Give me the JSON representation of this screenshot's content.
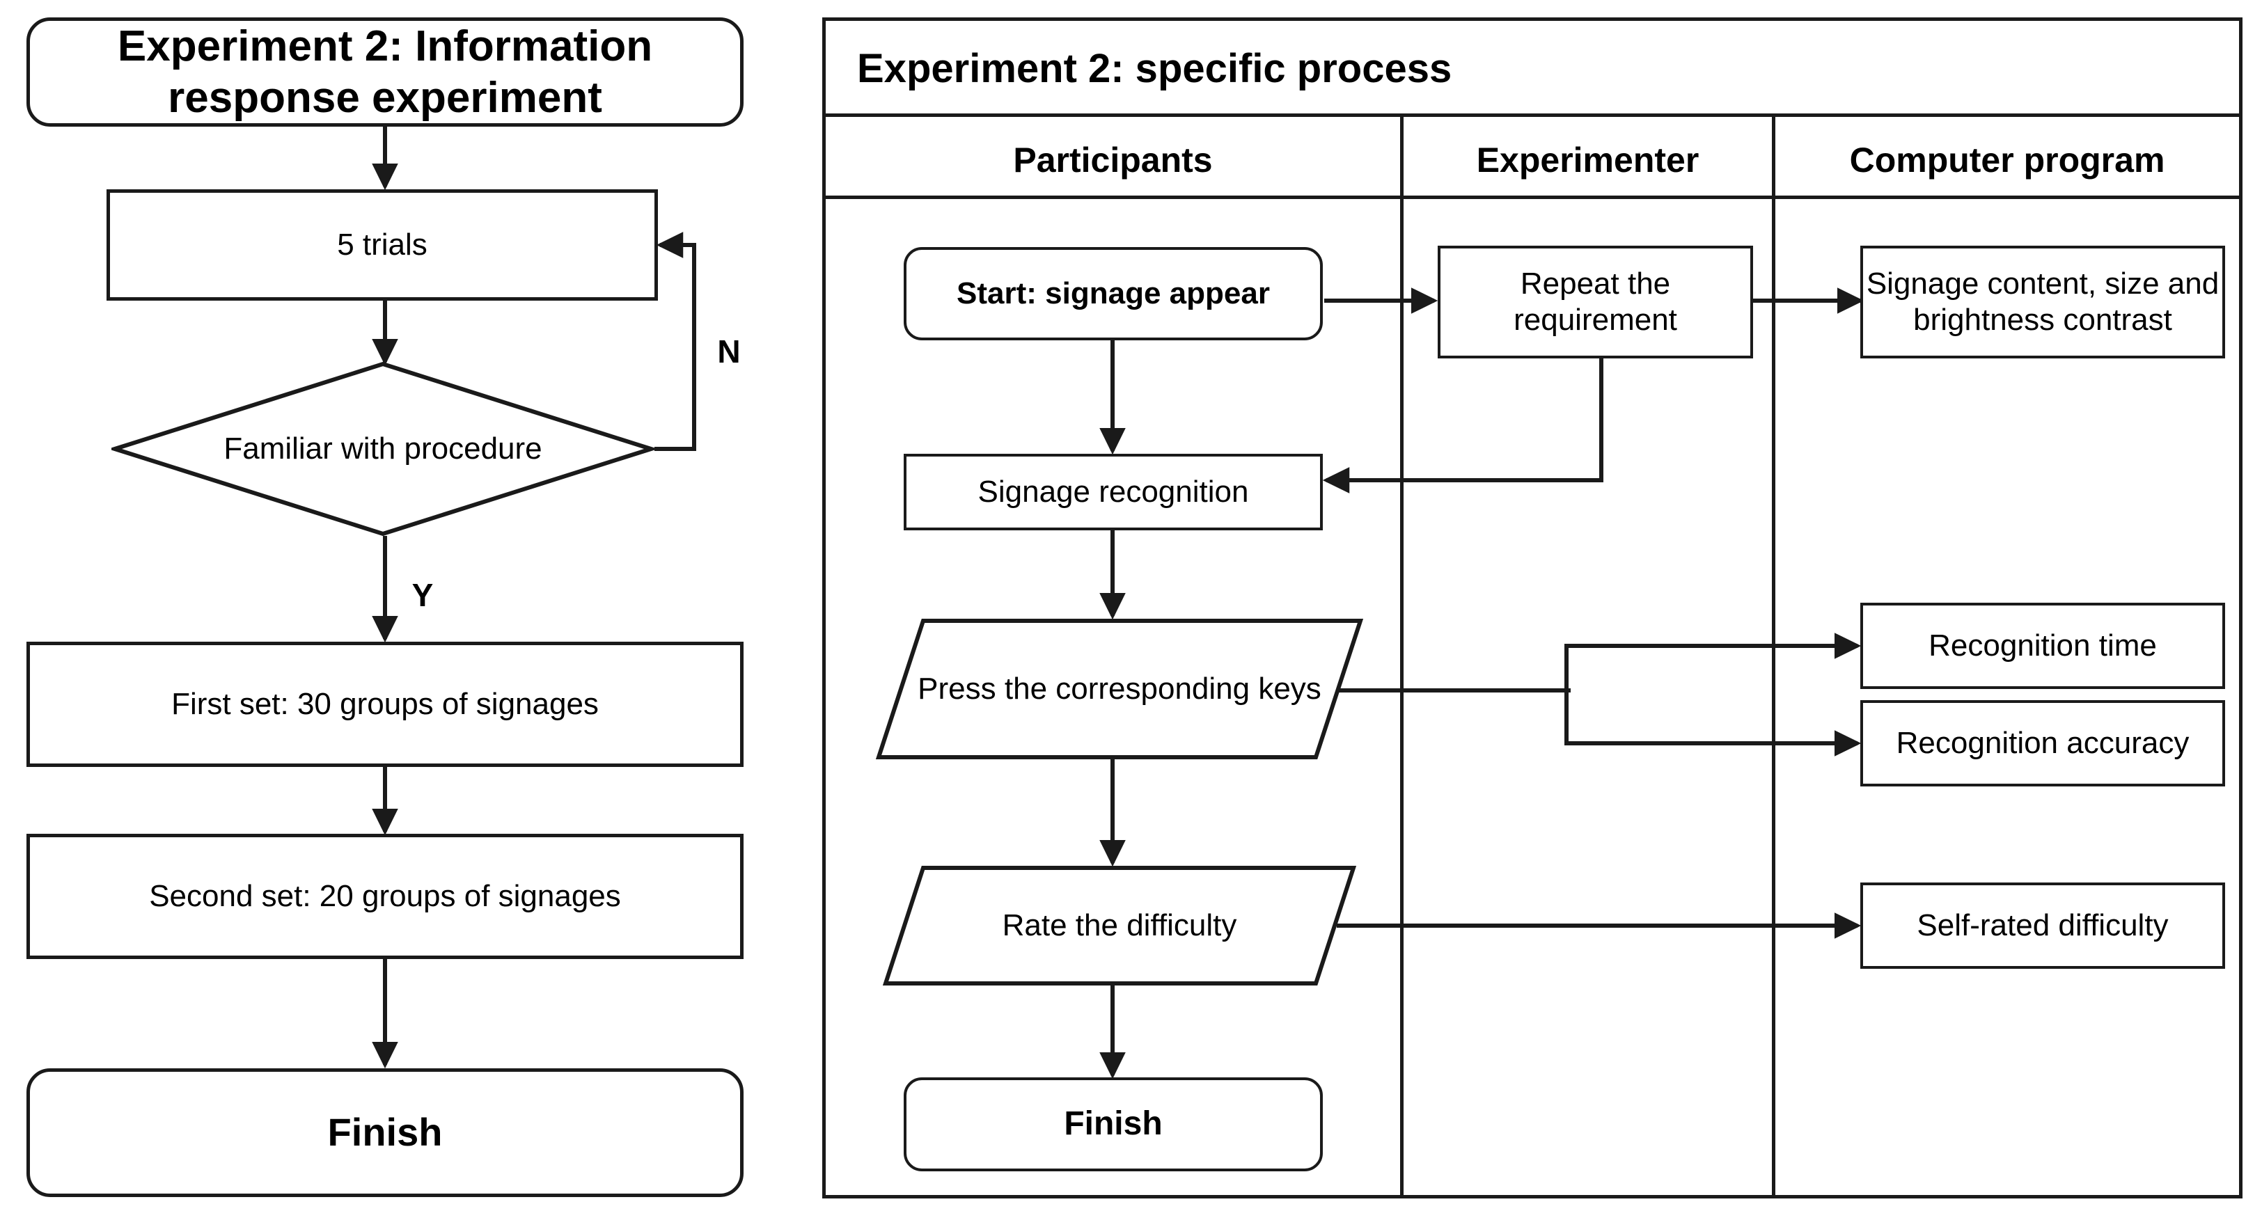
{
  "left_flow": {
    "title": "Experiment 2: Information response experiment",
    "nodes": {
      "trials": "5 trials",
      "decision": "Familiar with procedure",
      "first_set": "First set: 30 groups of signages",
      "second_set": "Second set: 20 groups of signages",
      "finish": "Finish"
    },
    "branch_labels": {
      "no": "N",
      "yes": "Y"
    }
  },
  "right_panel": {
    "header": "Experiment 2: specific process",
    "columns": [
      "Participants",
      "Experimenter",
      "Computer program"
    ],
    "participants": {
      "start": "Start: signage appear",
      "recognition": "Signage recognition",
      "press_keys": "Press the corresponding keys",
      "rate_difficulty": "Rate the difficulty",
      "finish": "Finish"
    },
    "experimenter": {
      "repeat": "Repeat the requirement"
    },
    "computer_program": {
      "signage_params": "Signage content, size and brightness contrast",
      "recognition_time": "Recognition time",
      "recognition_accuracy": "Recognition accuracy",
      "self_rated_difficulty": "Self-rated difficulty"
    }
  },
  "style": {
    "line_color": "#1a1a1a",
    "background": "#ffffff"
  }
}
